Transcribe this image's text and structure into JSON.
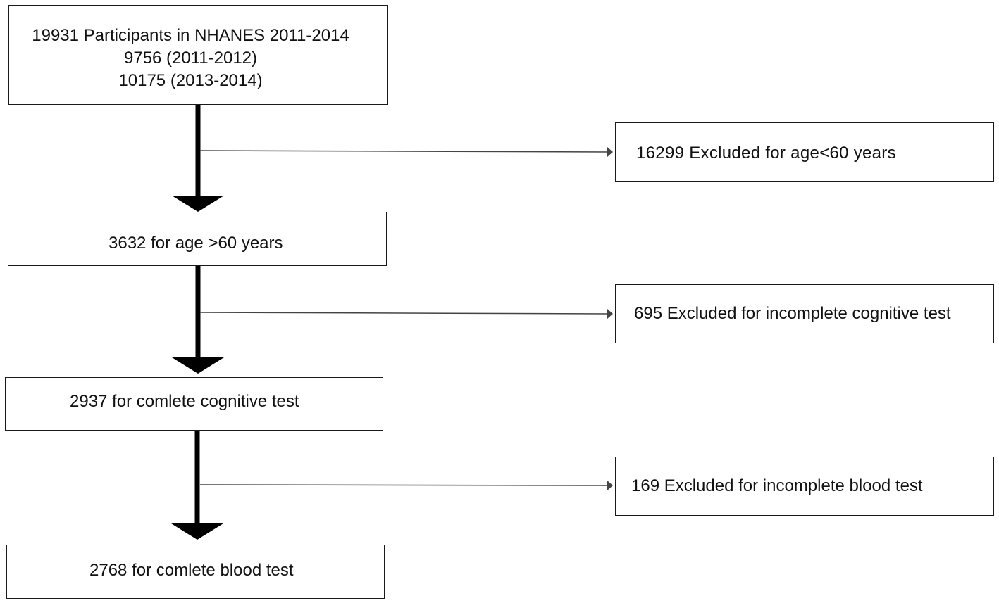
{
  "main_flow": {
    "start": {
      "lines": [
        "19931 Participants in NHANES 2011-2014",
        "9756 (2011-2012)",
        "10175 (2013-2014)"
      ]
    },
    "step_age": "3632 for age >60 years",
    "step_cognitive": "2937 for comlete cognitive test",
    "step_blood": "2768 for comlete blood test"
  },
  "exclusions": {
    "age": "16299 Excluded for age<60 years",
    "cognitive": "695 Excluded for incomplete cognitive test",
    "blood": "169 Excluded for incomplete blood test"
  }
}
